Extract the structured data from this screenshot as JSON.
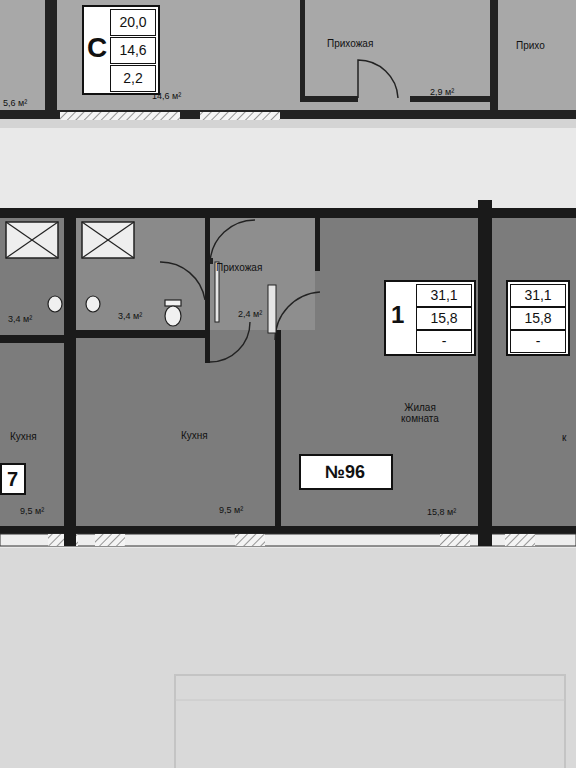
{
  "diagram": {
    "nodes": [
      {
        "text": [
          "14,6 м²"
        ]
      },
      {
        "text": [
          "С",
          "20,0",
          "14,6",
          "2,2"
        ],
        "in": 0
      },
      {
        "text": [
          "Прихожая",
          "2,9 м²"
        ]
      },
      {
        "text": [
          "Прихо"
        ]
      },
      {
        "text": [
          "3,4 м²"
        ]
      },
      {
        "text": [
          "Кухня",
          "9,5 м²"
        ]
      },
      {
        "text": [
          "7"
        ],
        "in": 5
      },
      {
        "text": [
          "3,4 м²"
        ]
      },
      {
        "text": [
          "Прихожая",
          "2,4 м²"
        ]
      },
      {
        "text": [
          "Кухня",
          "9,5 м²"
        ]
      },
      {
        "text": [
          "Жилая комната",
          "15,8 м²"
        ]
      },
      {
        "text": [
          "1",
          "31,1",
          "15,8",
          "-"
        ],
        "in": 10
      },
      {
        "text": [
          "№96"
        ],
        "in": 10
      },
      {
        "text": [
          "к"
        ]
      },
      {
        "text": [
          "31,1",
          "15,8",
          "-"
        ],
        "in": 13
      }
    ],
    "edges": [],
    "labels": [
      "5,6 м²"
    ]
  }
}
